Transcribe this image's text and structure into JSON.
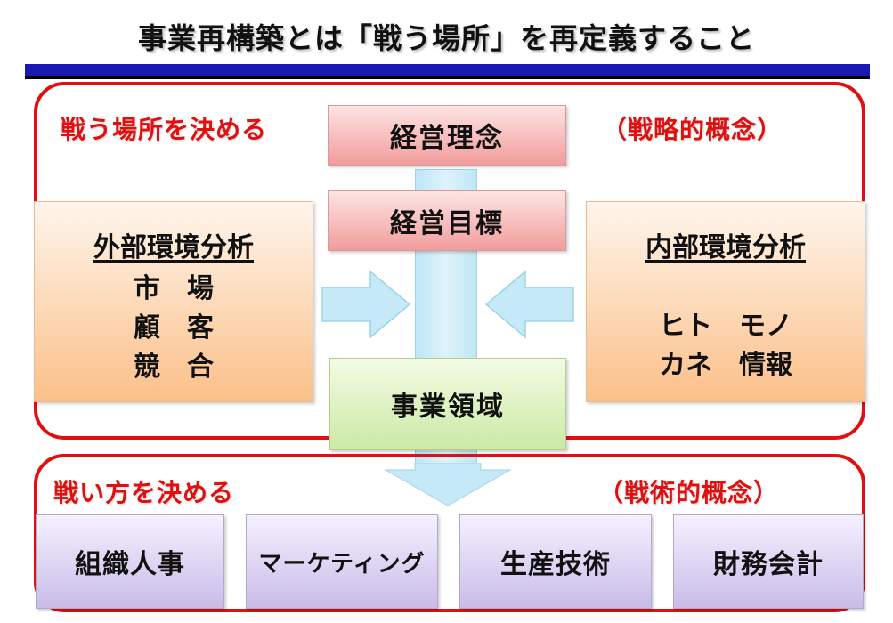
{
  "title": "事業再構築とは「戦う場所」を再定義すること",
  "colors": {
    "frame_red": "#e01010",
    "title_bar_blue": "#1a1ab3",
    "arrow_blue": "#c6e9f7"
  },
  "upper_section": {
    "label": "戦う場所を決める",
    "concept": "（戦略的概念）",
    "philosophy": "経営理念",
    "goal": "経営目標",
    "domain": "事業領域",
    "external": {
      "heading": "外部環境分析",
      "lines": [
        "市　場",
        "顧　客",
        "競　合"
      ]
    },
    "internal": {
      "heading": "内部環境分析",
      "lines": [
        "ヒト　モノ",
        "カネ　情報"
      ]
    }
  },
  "lower_section": {
    "label": "戦い方を決める",
    "concept": "（戦術的概念）",
    "functions": [
      "組織人事",
      "マーケティング",
      "生産技術",
      "財務会計"
    ]
  },
  "icons": [
    "right-arrow-icon",
    "left-arrow-icon",
    "down-arrow-icon"
  ]
}
